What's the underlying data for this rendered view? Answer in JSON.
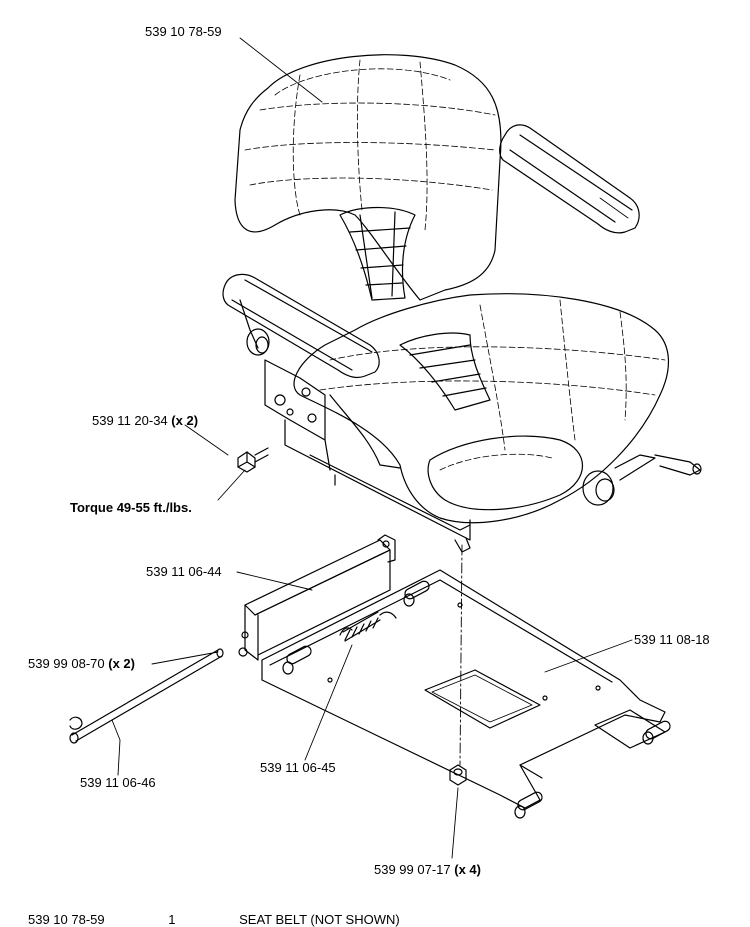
{
  "labels": {
    "seat": "539 10 78-59",
    "bolt": "539 11 20-34",
    "bolt_qty": "(x 2)",
    "torque": "Torque 49-55 ft./lbs.",
    "slide": "539 11 06-44",
    "plate": "539 11 08-18",
    "clip": "539 99 08-70",
    "clip_qty": "(x 2)",
    "rod": "539 11 06-46",
    "spring": "539 11 06-45",
    "nut": "539 99 07-17",
    "nut_qty": "(x 4)"
  },
  "footer": {
    "part": "539 10 78-59",
    "qty": "1",
    "desc": "SEAT BELT (NOT SHOWN)"
  }
}
